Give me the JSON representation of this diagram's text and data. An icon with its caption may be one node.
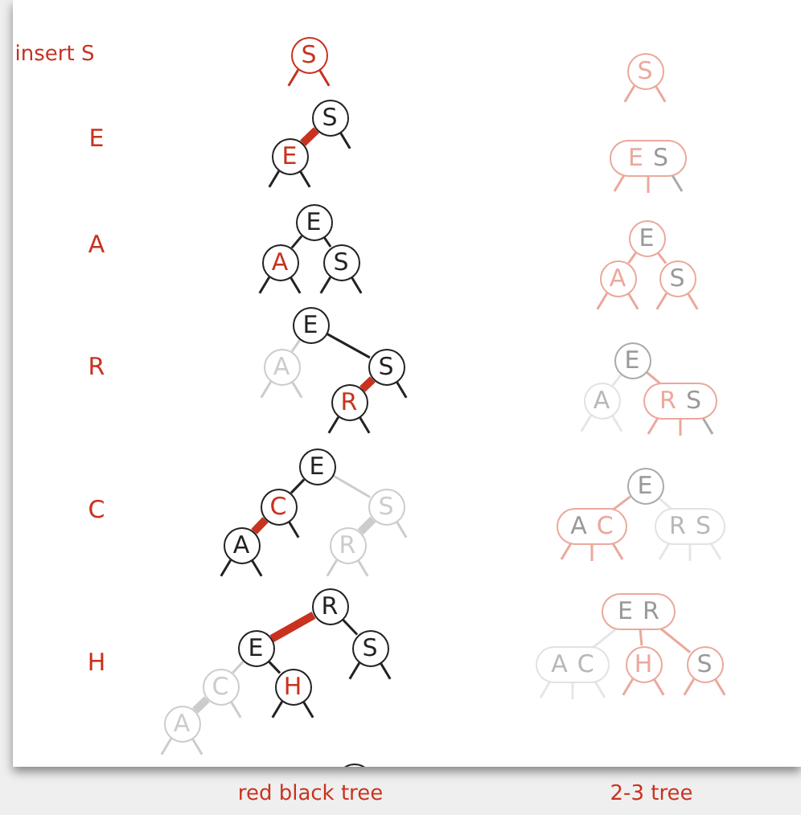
{
  "diagram": {
    "nodes": [
      {
        "text": [
          "S"
        ]
      },
      {
        "text": [
          "S"
        ]
      },
      {
        "text": [
          "S"
        ]
      },
      {
        "text": [
          "E"
        ]
      },
      {
        "text": [
          "E",
          "S"
        ]
      },
      {
        "text": [
          "E"
        ]
      },
      {
        "text": [
          "A"
        ]
      },
      {
        "text": [
          "S"
        ]
      },
      {
        "text": [
          "E"
        ]
      },
      {
        "text": [
          "A"
        ]
      },
      {
        "text": [
          "S"
        ]
      },
      {
        "text": [
          "E"
        ]
      },
      {
        "text": [
          "A"
        ]
      },
      {
        "text": [
          "S"
        ]
      },
      {
        "text": [
          "R"
        ]
      },
      {
        "text": [
          "E"
        ]
      },
      {
        "text": [
          "A"
        ]
      },
      {
        "text": [
          "R",
          "S"
        ]
      },
      {
        "text": [
          "E"
        ]
      },
      {
        "text": [
          "C"
        ]
      },
      {
        "text": [
          "S"
        ]
      },
      {
        "text": [
          "A"
        ]
      },
      {
        "text": [
          "R"
        ]
      },
      {
        "text": [
          "E"
        ]
      },
      {
        "text": [
          "A",
          "C"
        ]
      },
      {
        "text": [
          "R",
          "S"
        ]
      },
      {
        "text": [
          "R"
        ]
      },
      {
        "text": [
          "E"
        ]
      },
      {
        "text": [
          "S"
        ]
      },
      {
        "text": [
          "C"
        ]
      },
      {
        "text": [
          "H"
        ]
      },
      {
        "text": [
          "A"
        ]
      },
      {
        "text": [
          "E",
          "R"
        ]
      },
      {
        "text": [
          "A",
          "C"
        ]
      },
      {
        "text": [
          "H"
        ]
      },
      {
        "text": [
          "S"
        ]
      },
      {
        "text": [],
        "shape": "circle"
      }
    ],
    "edges": [
      {
        "from": 0,
        "to": null,
        "arrow": "none",
        "color": "#c8321e"
      },
      {
        "from": 0,
        "to": null,
        "arrow": "none",
        "color": "#c8321e"
      },
      {
        "from": 1,
        "to": null,
        "arrow": "none",
        "color": "#eba89c"
      },
      {
        "from": 1,
        "to": null,
        "arrow": "none",
        "color": "#eba89c"
      },
      {
        "from": 2,
        "to": 3,
        "arrow": "none",
        "style": "thick",
        "color": "#c8321e"
      },
      {
        "from": 2,
        "to": null,
        "arrow": "none",
        "color": "#222222"
      },
      {
        "from": 3,
        "to": null,
        "arrow": "none",
        "color": "#222222"
      },
      {
        "from": 3,
        "to": null,
        "arrow": "none",
        "color": "#222222"
      },
      {
        "from": 4,
        "to": null,
        "arrow": "none",
        "color": "#eba89c"
      },
      {
        "from": 4,
        "to": null,
        "arrow": "none",
        "color": "#eba89c"
      },
      {
        "from": 4,
        "to": null,
        "arrow": "none",
        "color": "#aaaaaa"
      },
      {
        "from": 5,
        "to": 6,
        "arrow": "none",
        "color": "#222222"
      },
      {
        "from": 5,
        "to": 7,
        "arrow": "none",
        "color": "#222222"
      },
      {
        "from": 6,
        "to": null,
        "arrow": "none",
        "color": "#222222"
      },
      {
        "from": 6,
        "to": null,
        "arrow": "none",
        "color": "#222222"
      },
      {
        "from": 7,
        "to": null,
        "arrow": "none",
        "color": "#222222"
      },
      {
        "from": 7,
        "to": null,
        "arrow": "none",
        "color": "#222222"
      },
      {
        "from": 8,
        "to": 9,
        "arrow": "none",
        "color": "#eba89c"
      },
      {
        "from": 8,
        "to": 10,
        "arrow": "none",
        "color": "#eba89c"
      },
      {
        "from": 9,
        "to": null,
        "arrow": "none",
        "color": "#eba89c"
      },
      {
        "from": 9,
        "to": null,
        "arrow": "none",
        "color": "#eba89c"
      },
      {
        "from": 10,
        "to": null,
        "arrow": "none",
        "color": "#eba89c"
      },
      {
        "from": 10,
        "to": null,
        "arrow": "none",
        "color": "#eba89c"
      },
      {
        "from": 11,
        "to": 12,
        "arrow": "none",
        "color": "#cccccc"
      },
      {
        "from": 11,
        "to": 13,
        "arrow": "none",
        "color": "#222222"
      },
      {
        "from": 13,
        "to": 14,
        "arrow": "none",
        "style": "thick",
        "color": "#c8321e"
      },
      {
        "from": 12,
        "to": null,
        "arrow": "none",
        "color": "#cccccc"
      },
      {
        "from": 12,
        "to": null,
        "arrow": "none",
        "color": "#cccccc"
      },
      {
        "from": 13,
        "to": null,
        "arrow": "none",
        "color": "#222222"
      },
      {
        "from": 14,
        "to": null,
        "arrow": "none",
        "color": "#222222"
      },
      {
        "from": 14,
        "to": null,
        "arrow": "none",
        "color": "#222222"
      },
      {
        "from": 15,
        "to": 16,
        "arrow": "none",
        "color": "#e6e6e6"
      },
      {
        "from": 15,
        "to": 17,
        "arrow": "none",
        "color": "#eba89c"
      },
      {
        "from": 16,
        "to": null,
        "arrow": "none",
        "color": "#e6e6e6"
      },
      {
        "from": 16,
        "to": null,
        "arrow": "none",
        "color": "#e6e6e6"
      },
      {
        "from": 17,
        "to": null,
        "arrow": "none",
        "color": "#eba89c"
      },
      {
        "from": 17,
        "to": null,
        "arrow": "none",
        "color": "#eba89c"
      },
      {
        "from": 17,
        "to": null,
        "arrow": "none",
        "color": "#aaaaaa"
      },
      {
        "from": 18,
        "to": 19,
        "arrow": "none",
        "color": "#222222"
      },
      {
        "from": 19,
        "to": 21,
        "arrow": "none",
        "style": "thick",
        "color": "#c8321e"
      },
      {
        "from": 18,
        "to": 20,
        "arrow": "none",
        "color": "#cccccc"
      },
      {
        "from": 20,
        "to": 22,
        "arrow": "none",
        "style": "thick",
        "color": "#cccccc"
      },
      {
        "from": 19,
        "to": null,
        "arrow": "none",
        "color": "#222222"
      },
      {
        "from": 20,
        "to": null,
        "arrow": "none",
        "color": "#cccccc"
      },
      {
        "from": 21,
        "to": null,
        "arrow": "none",
        "color": "#222222"
      },
      {
        "from": 21,
        "to": null,
        "arrow": "none",
        "color": "#222222"
      },
      {
        "from": 22,
        "to": null,
        "arrow": "none",
        "color": "#cccccc"
      },
      {
        "from": 22,
        "to": null,
        "arrow": "none",
        "color": "#cccccc"
      },
      {
        "from": 23,
        "to": 24,
        "arrow": "none",
        "color": "#eba89c"
      },
      {
        "from": 23,
        "to": 25,
        "arrow": "none",
        "color": "#e6e6e6"
      },
      {
        "from": 24,
        "to": null,
        "arrow": "none",
        "color": "#eba89c"
      },
      {
        "from": 24,
        "to": null,
        "arrow": "none",
        "color": "#eba89c"
      },
      {
        "from": 24,
        "to": null,
        "arrow": "none",
        "color": "#eba89c"
      },
      {
        "from": 25,
        "to": null,
        "arrow": "none",
        "color": "#e6e6e6"
      },
      {
        "from": 25,
        "to": null,
        "arrow": "none",
        "color": "#e6e6e6"
      },
      {
        "from": 25,
        "to": null,
        "arrow": "none",
        "color": "#e6e6e6"
      },
      {
        "from": 26,
        "to": 27,
        "arrow": "none",
        "style": "thick",
        "color": "#c8321e"
      },
      {
        "from": 26,
        "to": 28,
        "arrow": "none",
        "color": "#222222"
      },
      {
        "from": 27,
        "to": 29,
        "arrow": "none",
        "color": "#cccccc"
      },
      {
        "from": 27,
        "to": 30,
        "arrow": "none",
        "color": "#222222"
      },
      {
        "from": 29,
        "to": 31,
        "arrow": "none",
        "style": "thick",
        "color": "#cccccc"
      },
      {
        "from": 28,
        "to": null,
        "arrow": "none",
        "color": "#222222"
      },
      {
        "from": 28,
        "to": null,
        "arrow": "none",
        "color": "#222222"
      },
      {
        "from": 29,
        "to": null,
        "arrow": "none",
        "color": "#cccccc"
      },
      {
        "from": 30,
        "to": null,
        "arrow": "none",
        "color": "#222222"
      },
      {
        "from": 30,
        "to": null,
        "arrow": "none",
        "color": "#222222"
      },
      {
        "from": 31,
        "to": null,
        "arrow": "none",
        "color": "#cccccc"
      },
      {
        "from": 31,
        "to": null,
        "arrow": "none",
        "color": "#cccccc"
      },
      {
        "from": 32,
        "to": 33,
        "arrow": "none",
        "color": "#e6e6e6"
      },
      {
        "from": 32,
        "to": 34,
        "arrow": "none",
        "color": "#eba89c"
      },
      {
        "from": 32,
        "to": 35,
        "arrow": "none",
        "color": "#eba89c"
      },
      {
        "from": 33,
        "to": null,
        "arrow": "none",
        "color": "#e6e6e6"
      },
      {
        "from": 33,
        "to": null,
        "arrow": "none",
        "color": "#e6e6e6"
      },
      {
        "from": 33,
        "to": null,
        "arrow": "none",
        "color": "#e6e6e6"
      },
      {
        "from": 34,
        "to": null,
        "arrow": "none",
        "color": "#eba89c"
      },
      {
        "from": 34,
        "to": null,
        "arrow": "none",
        "color": "#eba89c"
      },
      {
        "from": 35,
        "to": null,
        "arrow": "none",
        "color": "#eba89c"
      },
      {
        "from": 35,
        "to": null,
        "arrow": "none",
        "color": "#eba89c"
      }
    ],
    "labels": [
      "insert S",
      "E",
      "A",
      "R",
      "C",
      "H",
      "red black tree",
      "2-3 tree"
    ]
  }
}
